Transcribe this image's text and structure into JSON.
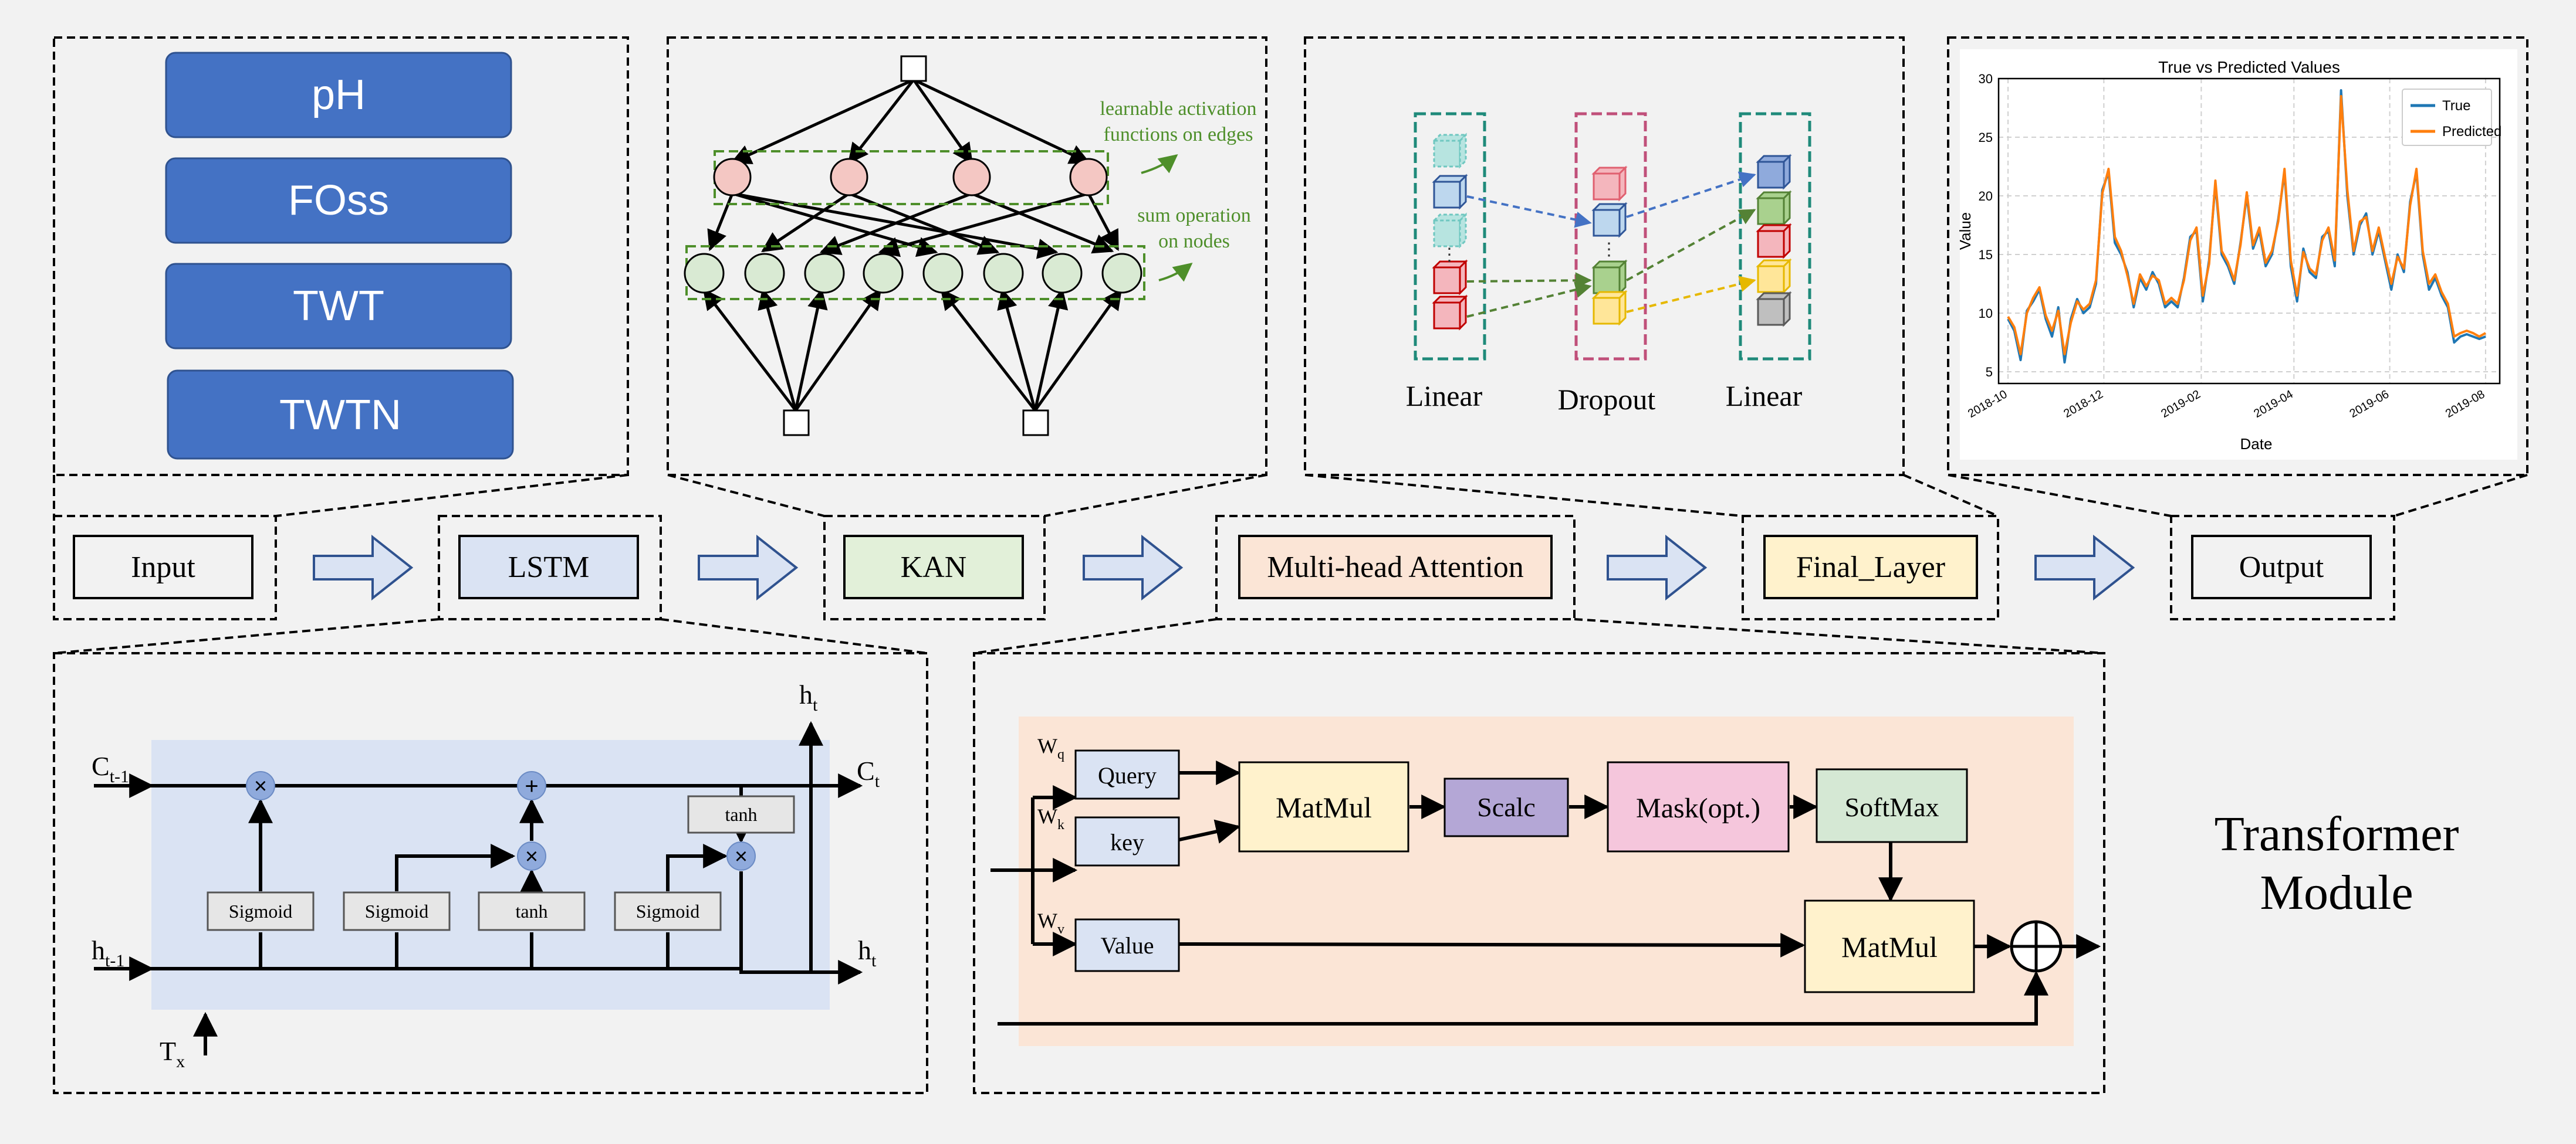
{
  "colors": {
    "background": "#f2f2f2",
    "input_box_blue": "#4472c4",
    "lstm_fill": "#dae3f3",
    "kan_fill": "#e2f0d9",
    "attention_fill": "#fbe5d6",
    "final_fill": "#fff2cc",
    "true_line": "#1f77b4",
    "pred_line": "#ff7f0e",
    "kan_pink": "#f4c7c3",
    "kan_green": "#d9ead3",
    "kan_label_green": "#4e8f2a"
  },
  "input_features": [
    "pH",
    "FOss",
    "TWT",
    "TWTN"
  ],
  "pipeline": {
    "input": "Input",
    "lstm": "LSTM",
    "kan": "KAN",
    "attention": "Multi-head Attention",
    "final": "Final_Layer",
    "output": "Output"
  },
  "kan_panel": {
    "edge_label_line1": "learnable activation",
    "edge_label_line2": "functions on edges",
    "node_label_line1": "sum operation",
    "node_label_line2": "on nodes"
  },
  "final_panel": {
    "linear_1": "Linear",
    "dropout": "Dropout",
    "linear_2": "Linear"
  },
  "lstm_cell": {
    "c_prev": "C",
    "c_prev_sub": "t-1",
    "c_next": "C",
    "c_next_sub": "t",
    "h_prev": "h",
    "h_prev_sub": "t-1",
    "h_out_top": "h",
    "h_out_top_sub": "t",
    "h_out_right": "h",
    "h_out_right_sub": "t",
    "x_in": "T",
    "x_in_sub": "x",
    "gate_sigmoid_1": "Sigmoid",
    "gate_sigmoid_2": "Sigmoid",
    "gate_tanh": "tanh",
    "gate_sigmoid_3": "Sigmoid",
    "tanh_top": "tanh",
    "op_multiply": "×",
    "op_add": "+"
  },
  "transformer": {
    "wq": "W",
    "wq_sub": "q",
    "wk": "W",
    "wk_sub": "k",
    "wv": "W",
    "wv_sub": "v",
    "query": "Query",
    "key": "key",
    "value": "Value",
    "matmul_1": "MatMul",
    "scale": "Scalc",
    "mask": "Mask(opt.)",
    "softmax": "SoftMax",
    "matmul_2": "MatMul",
    "caption_line1": "Transformer",
    "caption_line2": "Module"
  },
  "chart_data": {
    "type": "line",
    "title": "True vs Predicted Values",
    "xlabel": "Date",
    "ylabel": "Value",
    "ylim": [
      4,
      30
    ],
    "yticks": [
      5,
      10,
      15,
      20,
      25,
      30
    ],
    "xticks": [
      "2018-10",
      "2018-12",
      "2019-02",
      "2019-04",
      "2019-06",
      "2019-08"
    ],
    "xlim": [
      "2018-09-25",
      "2019-08-10"
    ],
    "grid": true,
    "legend_position": "top-right",
    "x": [
      "2018-10-01",
      "2018-10-05",
      "2018-10-09",
      "2018-10-13",
      "2018-10-17",
      "2018-10-21",
      "2018-10-25",
      "2018-10-29",
      "2018-11-02",
      "2018-11-06",
      "2018-11-10",
      "2018-11-14",
      "2018-11-18",
      "2018-11-22",
      "2018-11-26",
      "2018-11-30",
      "2018-12-04",
      "2018-12-08",
      "2018-12-12",
      "2018-12-16",
      "2018-12-20",
      "2018-12-24",
      "2018-12-28",
      "2019-01-01",
      "2019-01-05",
      "2019-01-09",
      "2019-01-13",
      "2019-01-17",
      "2019-01-21",
      "2019-01-25",
      "2019-01-29",
      "2019-02-02",
      "2019-02-06",
      "2019-02-10",
      "2019-02-14",
      "2019-02-18",
      "2019-02-22",
      "2019-02-26",
      "2019-03-02",
      "2019-03-06",
      "2019-03-10",
      "2019-03-14",
      "2019-03-18",
      "2019-03-22",
      "2019-03-26",
      "2019-03-30",
      "2019-04-03",
      "2019-04-07",
      "2019-04-11",
      "2019-04-15",
      "2019-04-19",
      "2019-04-23",
      "2019-04-27",
      "2019-05-01",
      "2019-05-05",
      "2019-05-09",
      "2019-05-13",
      "2019-05-17",
      "2019-05-21",
      "2019-05-25",
      "2019-05-29",
      "2019-06-02",
      "2019-06-06",
      "2019-06-10",
      "2019-06-14",
      "2019-06-18",
      "2019-06-22",
      "2019-06-26",
      "2019-06-30",
      "2019-07-04",
      "2019-07-08",
      "2019-07-12",
      "2019-07-16",
      "2019-07-20",
      "2019-07-24",
      "2019-07-28",
      "2019-08-01"
    ],
    "series": [
      {
        "name": "True",
        "values": [
          9.5,
          8.5,
          6.0,
          10.2,
          11.0,
          12.0,
          9.5,
          8.0,
          10.5,
          5.8,
          9.5,
          11.2,
          10.0,
          10.5,
          12.5,
          20.5,
          22.0,
          16.0,
          15.0,
          13.5,
          10.5,
          13.0,
          12.0,
          13.5,
          12.5,
          10.5,
          11.0,
          10.5,
          13.0,
          16.5,
          17.0,
          11.0,
          14.5,
          21.0,
          15.0,
          14.0,
          12.5,
          16.0,
          20.0,
          15.5,
          17.0,
          14.0,
          15.0,
          18.0,
          22.0,
          14.0,
          11.0,
          15.5,
          13.5,
          13.0,
          16.5,
          17.0,
          14.0,
          29.0,
          20.0,
          15.0,
          17.5,
          18.5,
          15.0,
          17.0,
          14.5,
          12.0,
          15.0,
          13.5,
          19.5,
          22.0,
          15.0,
          12.0,
          13.0,
          11.5,
          10.5,
          7.5,
          8.0,
          8.2,
          8.0,
          7.8,
          8.0
        ]
      },
      {
        "name": "Predicted",
        "values": [
          9.7,
          8.8,
          6.5,
          10.0,
          11.3,
          12.2,
          9.8,
          8.5,
          10.2,
          6.5,
          9.2,
          11.0,
          10.3,
          10.8,
          12.8,
          20.2,
          22.3,
          16.5,
          15.3,
          13.2,
          10.8,
          13.3,
          12.3,
          13.2,
          12.8,
          10.8,
          11.3,
          10.8,
          12.8,
          16.2,
          17.3,
          11.5,
          14.2,
          21.3,
          15.3,
          14.3,
          12.8,
          15.8,
          20.3,
          15.8,
          17.3,
          14.3,
          15.3,
          17.8,
          22.3,
          14.5,
          11.5,
          15.2,
          13.8,
          13.3,
          16.2,
          17.3,
          14.5,
          28.5,
          20.5,
          15.3,
          17.8,
          18.2,
          15.3,
          17.3,
          14.8,
          12.5,
          14.8,
          13.8,
          19.2,
          22.3,
          15.3,
          12.5,
          13.3,
          11.8,
          10.8,
          8.0,
          8.3,
          8.5,
          8.3,
          8.0,
          8.3
        ]
      }
    ]
  }
}
